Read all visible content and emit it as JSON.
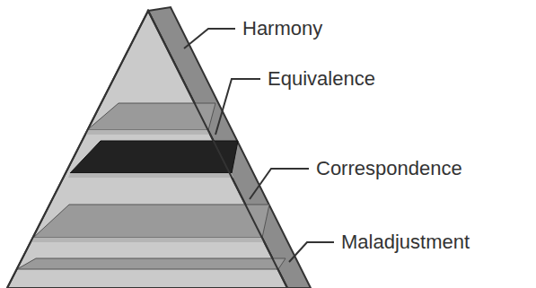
{
  "diagram": {
    "labels": [
      "Harmony",
      "Equivalence",
      "Correspondence",
      "Maladjustment"
    ]
  }
}
